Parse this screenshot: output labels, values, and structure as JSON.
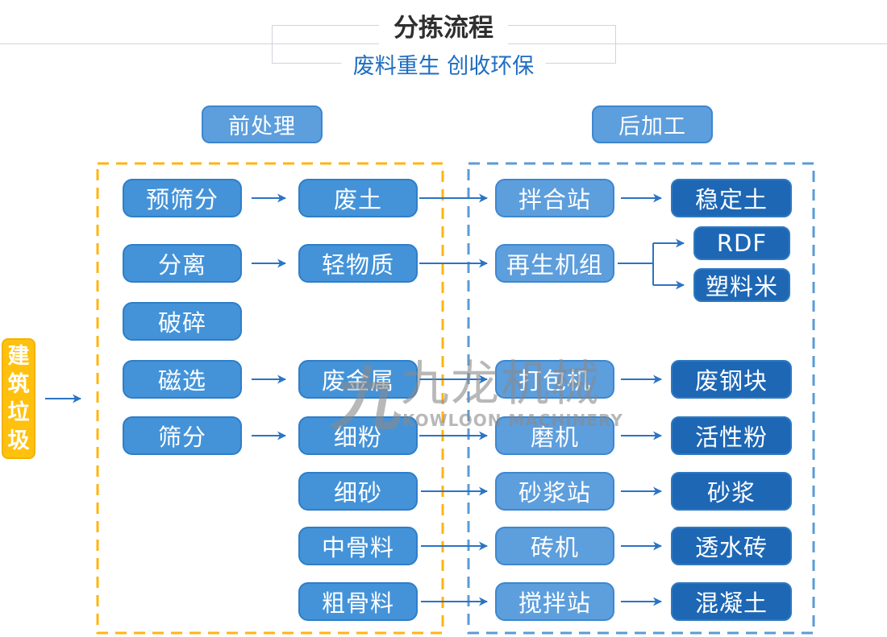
{
  "header": {
    "title": "分拣流程",
    "subtitle": "废料重生 创收环保"
  },
  "sections": {
    "pre": "前处理",
    "post": "后加工"
  },
  "source_label": "建筑垃圾",
  "watermark": {
    "logo_glyph": "九",
    "name_cn": "九龙机械",
    "name_en": "KOWLOON MACHINERY"
  },
  "nodes": {
    "c1": [
      "预筛分",
      "分离",
      "破碎",
      "磁选",
      "筛分"
    ],
    "c2": [
      "废土",
      "轻物质",
      "废金属",
      "细粉",
      "细砂",
      "中骨料",
      "粗骨料"
    ],
    "c3": [
      "拌合站",
      "再生机组",
      "打包机",
      "磨机",
      "砂浆站",
      "砖机",
      "搅拌站"
    ],
    "c4": [
      "稳定土",
      "RDF",
      "塑料米",
      "废钢块",
      "活性粉",
      "砂浆",
      "透水砖",
      "混凝土"
    ]
  },
  "colors": {
    "box-med": "#4493d9",
    "box-med-border": "#2e7ec9",
    "box-light": "#5d9edd",
    "box-light-border": "#3d87cf",
    "box-dark": "#1d67b5",
    "box-dark-border": "#2f79c0",
    "accent-yellow": "#ffc10d",
    "accent-yellow-border": "#f2b300",
    "dash-yellow": "#ffb412",
    "dash-blue": "#5b9bd5",
    "arrow": "#2b74c4",
    "subtitle": "#1e6dc0",
    "title": "#2f2f2f",
    "line-gray": "#cfd4da",
    "watermark": "#8a8a8a"
  }
}
